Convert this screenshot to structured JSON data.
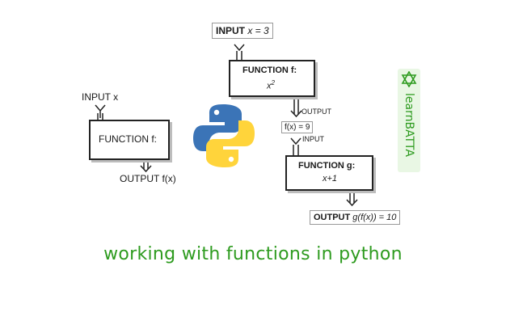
{
  "left_diagram": {
    "input_label": "INPUT x",
    "function_label": "FUNCTION f:",
    "output_label": "OUTPUT f(x)"
  },
  "right_diagram": {
    "input_prefix": "INPUT",
    "input_expr": "x  = 3",
    "function_f_label": "FUNCTION f:",
    "function_f_expr": "x",
    "function_f_exp": "2",
    "mid_output_label": "OUTPUT",
    "mid_value": "f(x) = 9",
    "mid_input_label": "INPUT",
    "function_g_label": "FUNCTION g:",
    "function_g_expr": "x+1",
    "output_prefix": "OUTPUT",
    "output_expr": "g(f(x))  = 10"
  },
  "brand": {
    "text": "learnBATTA",
    "icon": "star-of-david-icon",
    "color": "#2e9b1f"
  },
  "logo": {
    "icon": "python-logo",
    "blue": "#3b74b7",
    "yellow": "#ffd43b"
  },
  "caption": {
    "text": "working with functions in python",
    "color": "#2e9b1f"
  }
}
